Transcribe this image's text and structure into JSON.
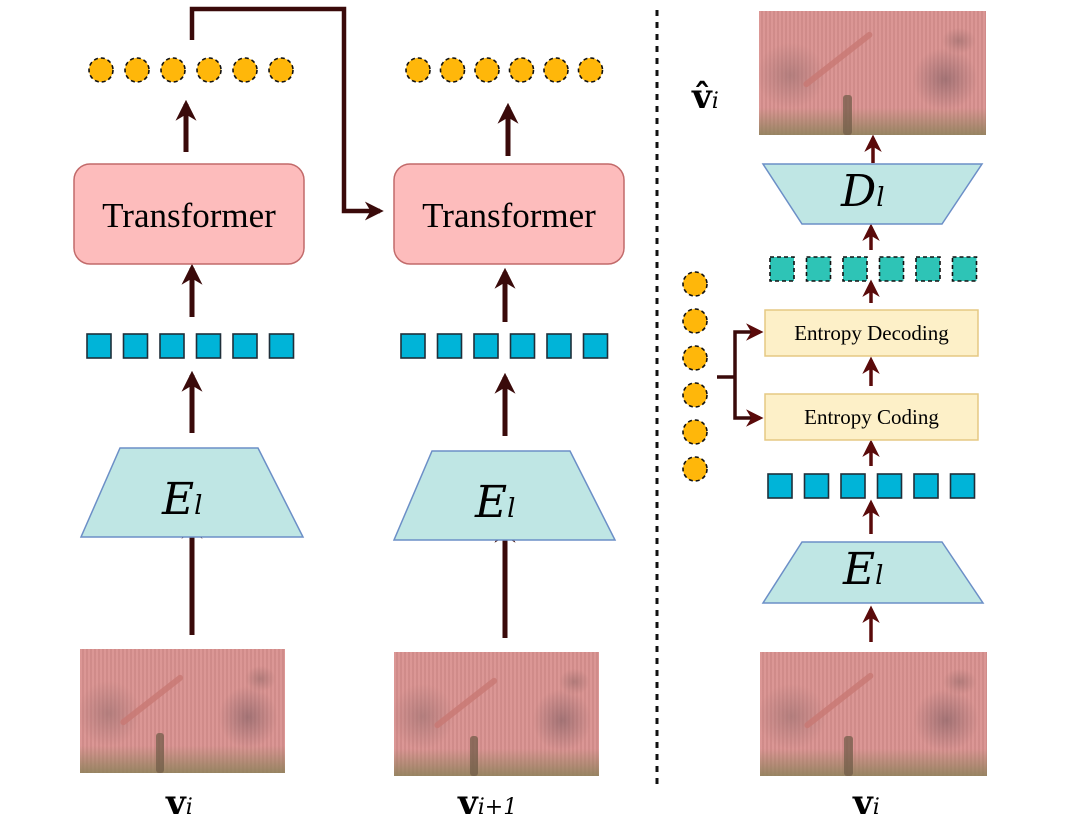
{
  "figure": {
    "left_panel": {
      "columns": [
        {
          "id": "frame-i",
          "input_label": {
            "main": "v",
            "sub": "i"
          },
          "encoder_label": {
            "main": "E",
            "sub": "l"
          },
          "token_count": 6,
          "transformer_label": "Transformer",
          "output_token_count": 6
        },
        {
          "id": "frame-i-plus-1",
          "input_label": {
            "main": "v",
            "sub": "i+1"
          },
          "encoder_label": {
            "main": "E",
            "sub": "l"
          },
          "token_count": 6,
          "transformer_label": "Transformer",
          "output_token_count": 6
        }
      ],
      "connection": "frame-i transformer output feeds frame-i+1 transformer"
    },
    "right_panel": {
      "input_label": {
        "main": "v",
        "sub": "i"
      },
      "encoder_label": {
        "main": "E",
        "sub": "l"
      },
      "token_count": 6,
      "entropy_coding_label": "Entropy Coding",
      "entropy_decoding_label": "Entropy Decoding",
      "decoded_token_count": 6,
      "decoder_label": {
        "main": "D",
        "sub": "l"
      },
      "output_label": {
        "main": "v̂",
        "sub": "i"
      },
      "prior_token_count": 6
    },
    "colors": {
      "arrow": "#3a0a0a",
      "arrow_right_panel": "#5a0a0a",
      "transformer_fill": "#fdbcbc",
      "transformer_stroke": "#c26a6a",
      "encoder_fill": "#bfe6e4",
      "encoder_stroke": "#6c8fc7",
      "token_fill": "#00b4d8",
      "token_stroke": "#1f2f3a",
      "quant_token_fill": "#2ec4b6",
      "prior_circle_fill": "#ffb70a",
      "entropy_fill": "#fdf0c8",
      "entropy_stroke": "#e5c983",
      "divider": "#111111"
    }
  }
}
